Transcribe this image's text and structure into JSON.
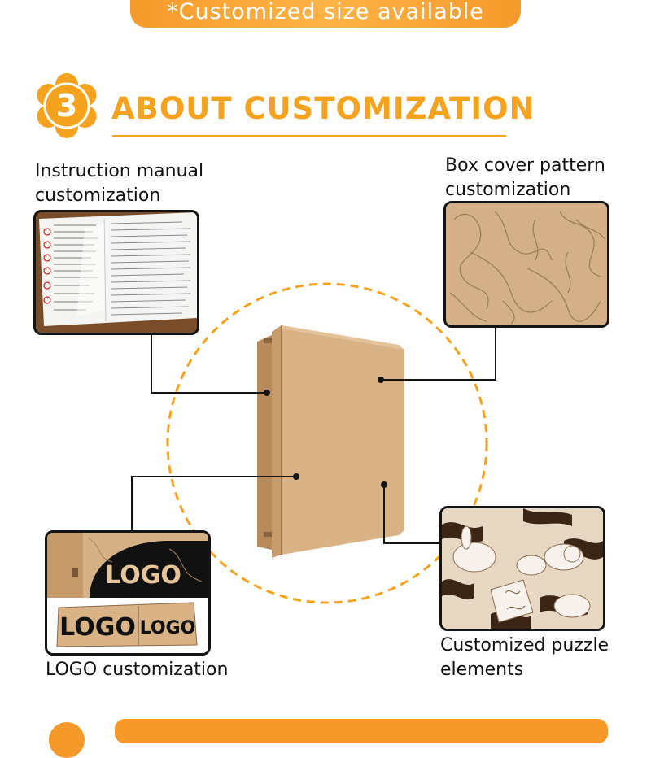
{
  "top_banner": {
    "text": "*Customized size available"
  },
  "section": {
    "number": "3",
    "title": "ABOUT CUSTOMIZATION"
  },
  "callouts": {
    "instruction": {
      "line1": "Instruction manual",
      "line2": "customization"
    },
    "box_cover": {
      "line1": "Box cover pattern",
      "line2": "customization"
    },
    "logo": {
      "line1": "LOGO customization"
    },
    "elements": {
      "line1": "Customized puzzle",
      "line2": "elements"
    }
  },
  "logo_panel": {
    "logo_text": "LOGO"
  },
  "colors": {
    "accent": "#f5a21f",
    "kraft": "#d9b286",
    "dark": "#141414"
  }
}
